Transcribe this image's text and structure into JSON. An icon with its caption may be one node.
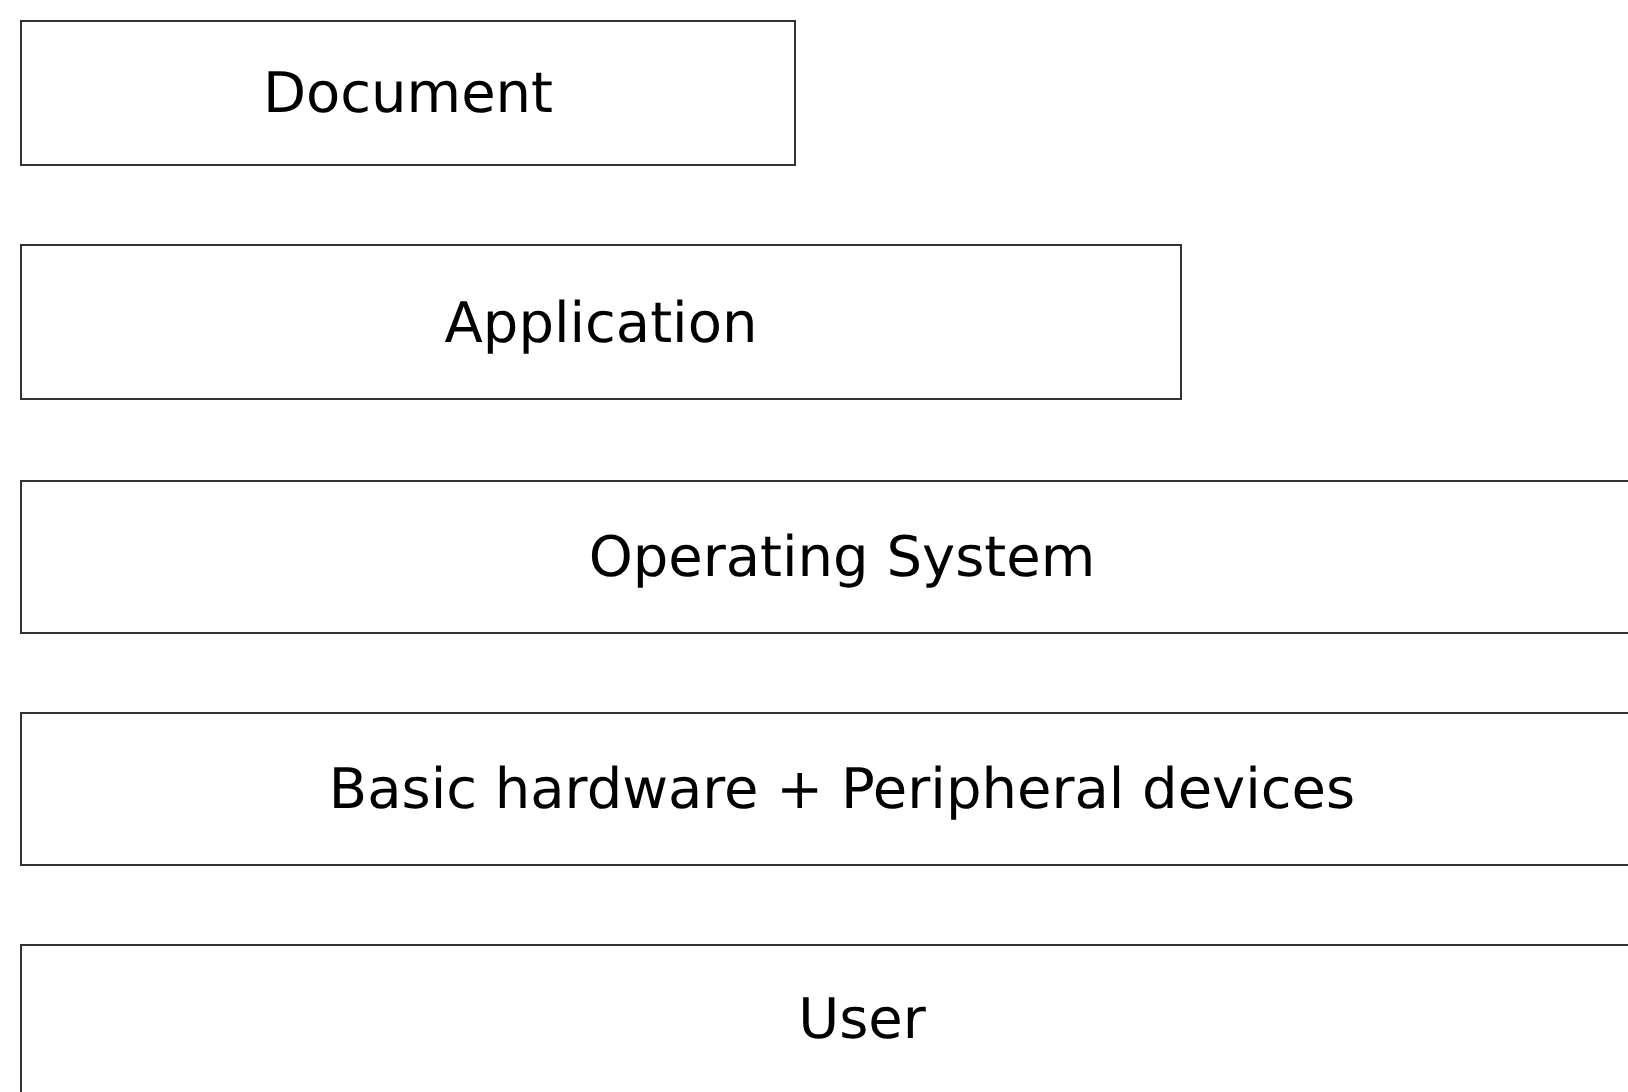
{
  "diagram": {
    "nodes": [
      {
        "text": [
          "Document"
        ]
      },
      {
        "text": [
          "Application"
        ]
      },
      {
        "text": [
          "Operating System"
        ]
      },
      {
        "text": [
          "Basic hardware + Peripheral devices"
        ]
      },
      {
        "text": [
          "User"
        ]
      }
    ]
  }
}
